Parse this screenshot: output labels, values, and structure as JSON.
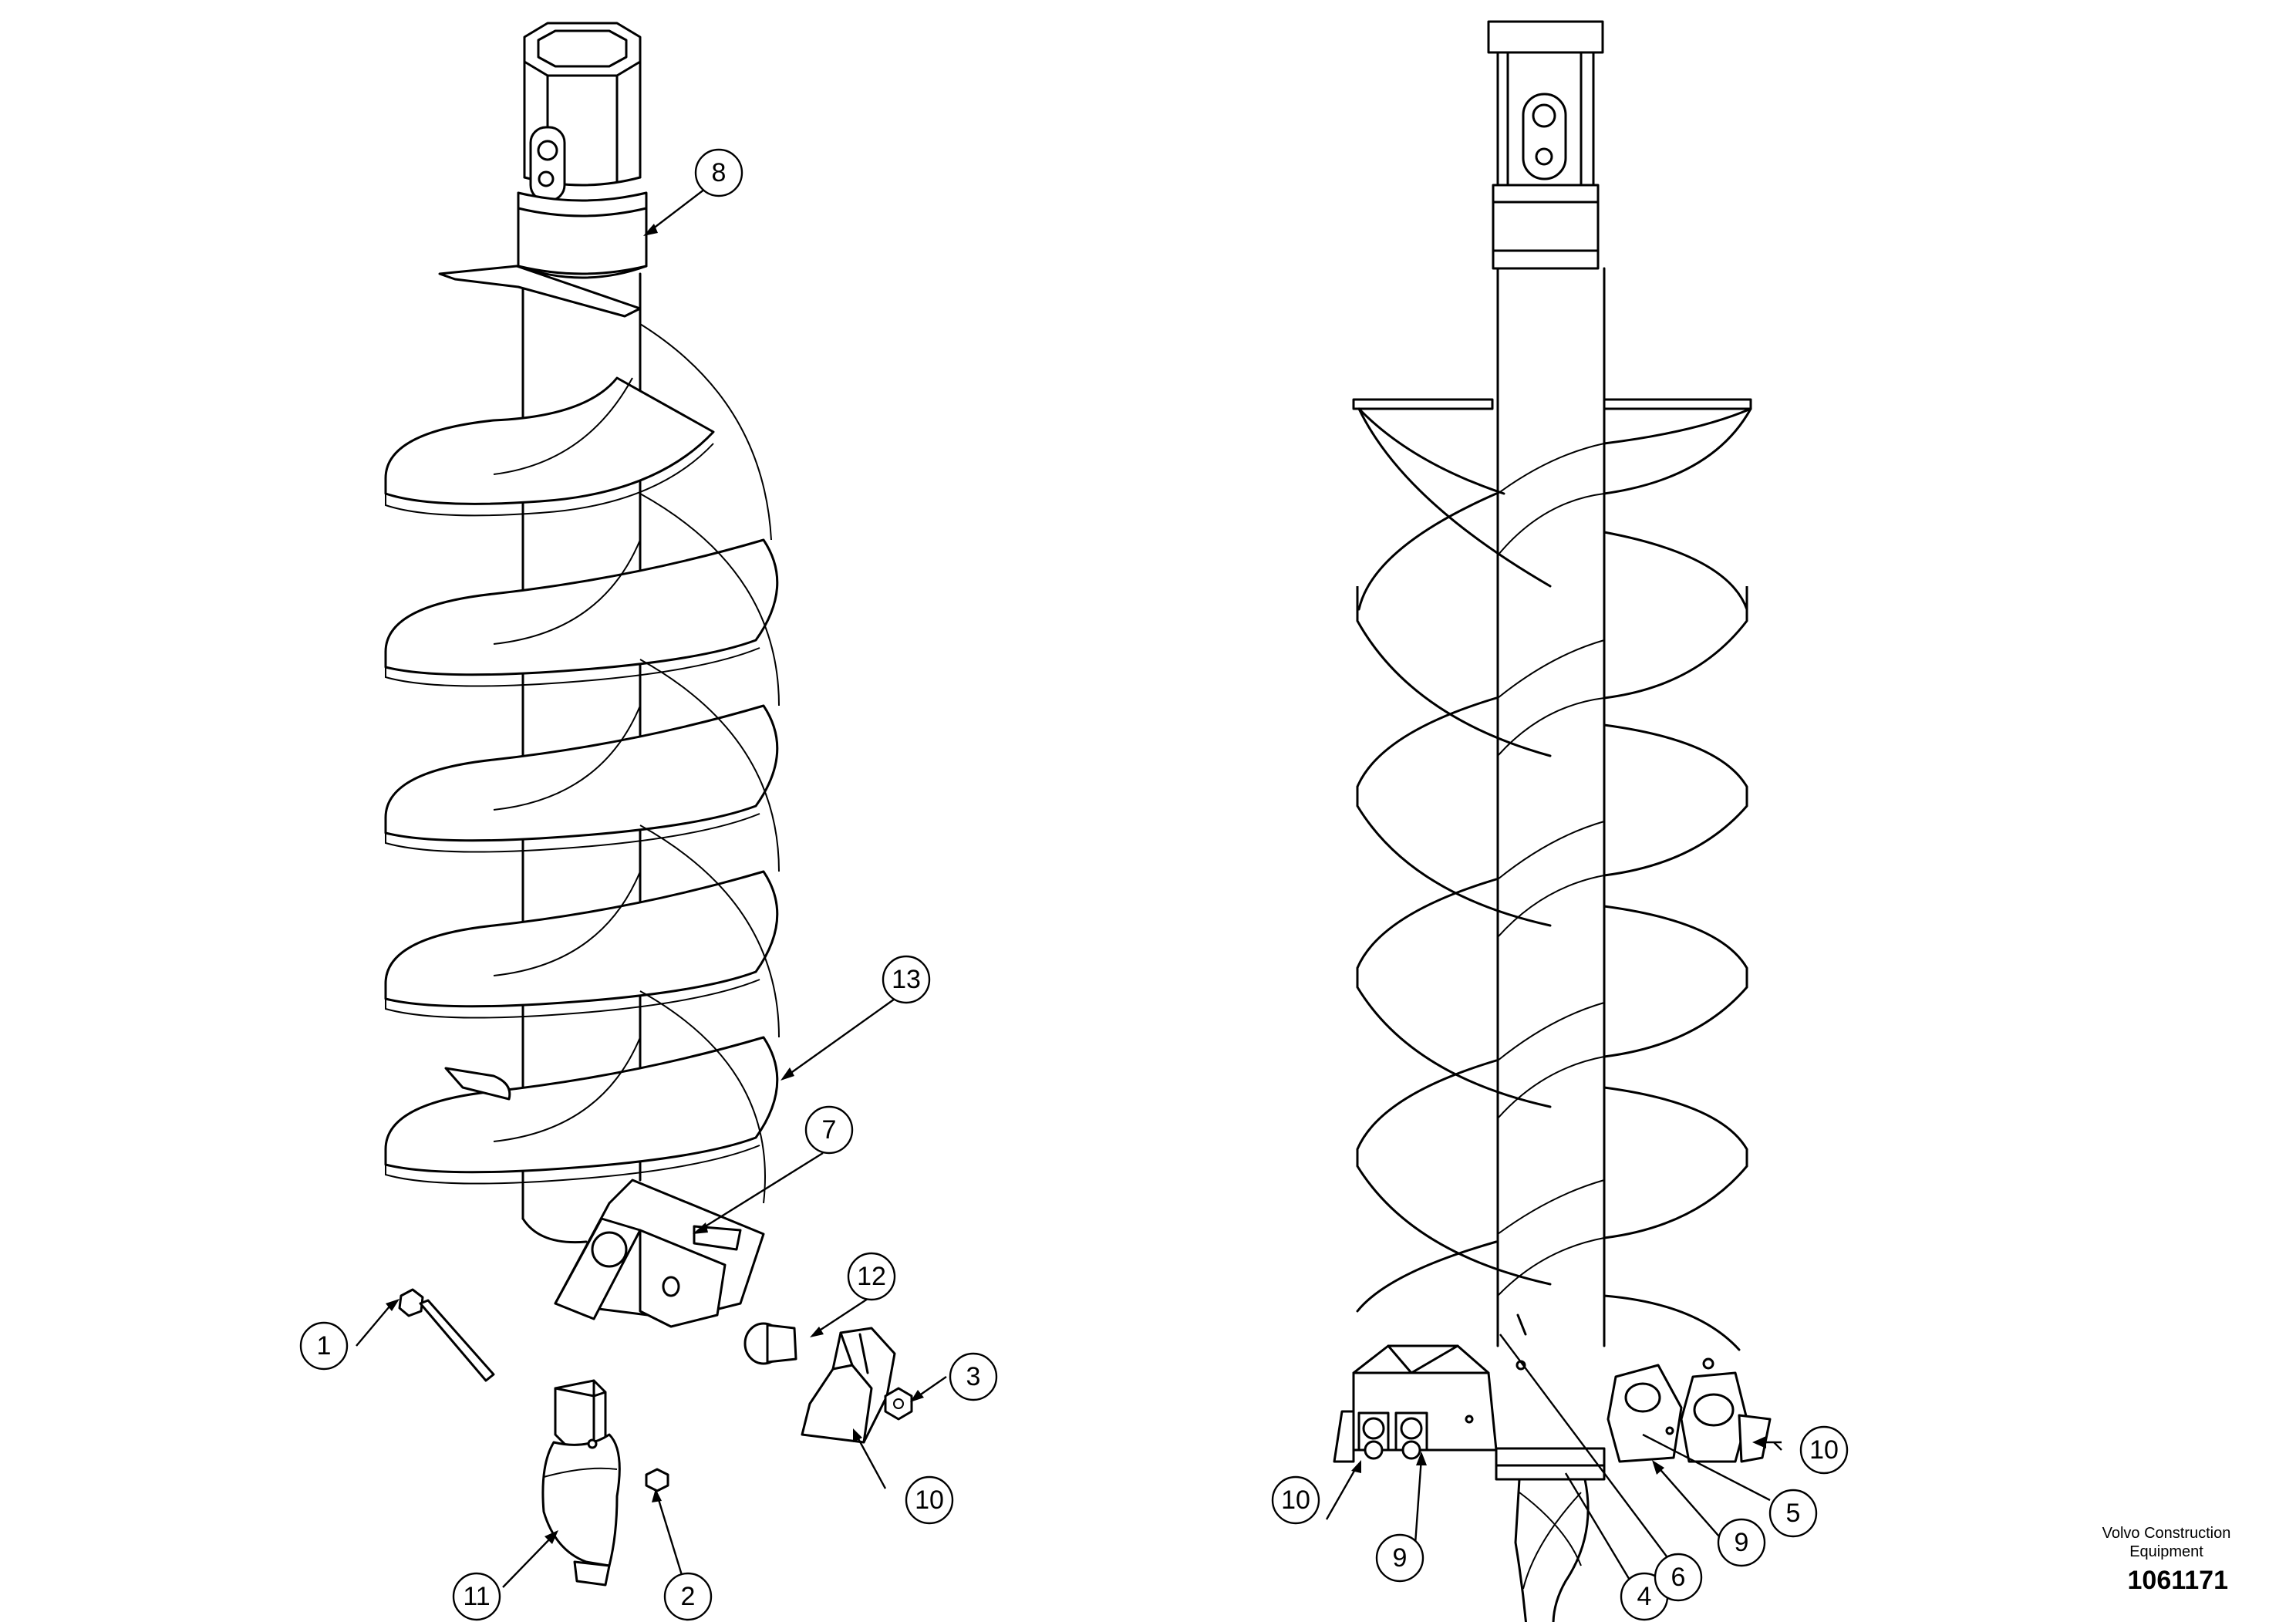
{
  "drawing": {
    "credit_line1": "Volvo Construction",
    "credit_line2": "Equipment",
    "number": "1061171"
  },
  "callouts": [
    {
      "id": "c1",
      "label": "1"
    },
    {
      "id": "c2",
      "label": "2"
    },
    {
      "id": "c3",
      "label": "3"
    },
    {
      "id": "c4",
      "label": "4"
    },
    {
      "id": "c5",
      "label": "5"
    },
    {
      "id": "c6",
      "label": "6"
    },
    {
      "id": "c7",
      "label": "7"
    },
    {
      "id": "c8",
      "label": "8"
    },
    {
      "id": "c9a",
      "label": "9"
    },
    {
      "id": "c9b",
      "label": "9"
    },
    {
      "id": "c10a",
      "label": "10"
    },
    {
      "id": "c10b",
      "label": "10"
    },
    {
      "id": "c10c",
      "label": "10"
    },
    {
      "id": "c11",
      "label": "11"
    },
    {
      "id": "c12",
      "label": "12"
    },
    {
      "id": "c13",
      "label": "13"
    }
  ]
}
